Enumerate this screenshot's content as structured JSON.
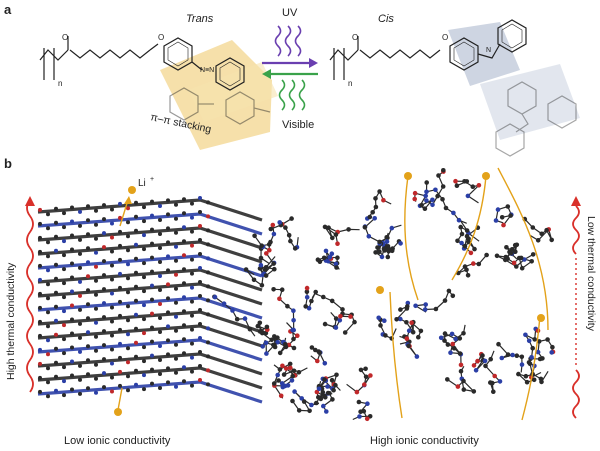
{
  "panel_a": {
    "letter": "a",
    "trans_label": "Trans",
    "cis_label": "Cis",
    "uv_label": "UV",
    "visible_label": "Visible",
    "stacking_label": "π–π stacking",
    "left_n": "n",
    "right_n": "n",
    "azo_left": "N≡N",
    "azo_right": "N",
    "ring_o_left": "O",
    "ring_o_right": "O"
  },
  "panel_b": {
    "letter": "b",
    "li_label": "Li",
    "li_superscript": "+",
    "left_side_label": "High thermal conductivity",
    "right_side_label": "Low thermal conductivity",
    "bottom_left_label": "Low ionic conductivity",
    "bottom_right_label": "High ionic conductivity"
  },
  "colors": {
    "uv_arrow": "#6a3fb0",
    "visible_arrow": "#3aa24a",
    "wave_red": "#d9302a",
    "ion_gold": "#e3a21a",
    "trans_highlight": "#f3d58e",
    "cis_highlight": "#b9c3d6",
    "carbon": "#2a2a2a",
    "nitrogen": "#2b3fa6",
    "oxygen": "#c0282a"
  }
}
